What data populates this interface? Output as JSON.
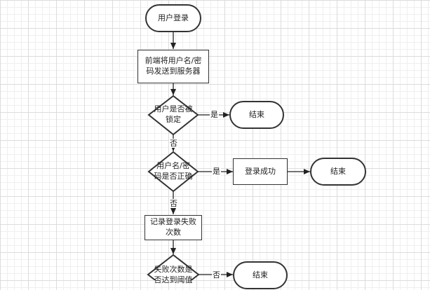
{
  "nodes": {
    "start": "用户登录",
    "send_line1": "前端将用户名/密",
    "send_line2": "码发送到服务器",
    "locked_line1": "用户是否被",
    "locked_line2": "锁定",
    "end_locked": "结束",
    "correct_line1": "用户名/密",
    "correct_line2": "码是否正确",
    "success": "登录成功",
    "end_success": "结束",
    "record_line1": "记录登录失败",
    "record_line2": "次数",
    "limit_line1": "失败次数是",
    "limit_line2": "否达到阈值",
    "end_limit": "结束"
  },
  "edges": {
    "locked_yes": "是",
    "locked_no": "否",
    "correct_yes": "是",
    "correct_no": "否",
    "limit_no": "否"
  }
}
